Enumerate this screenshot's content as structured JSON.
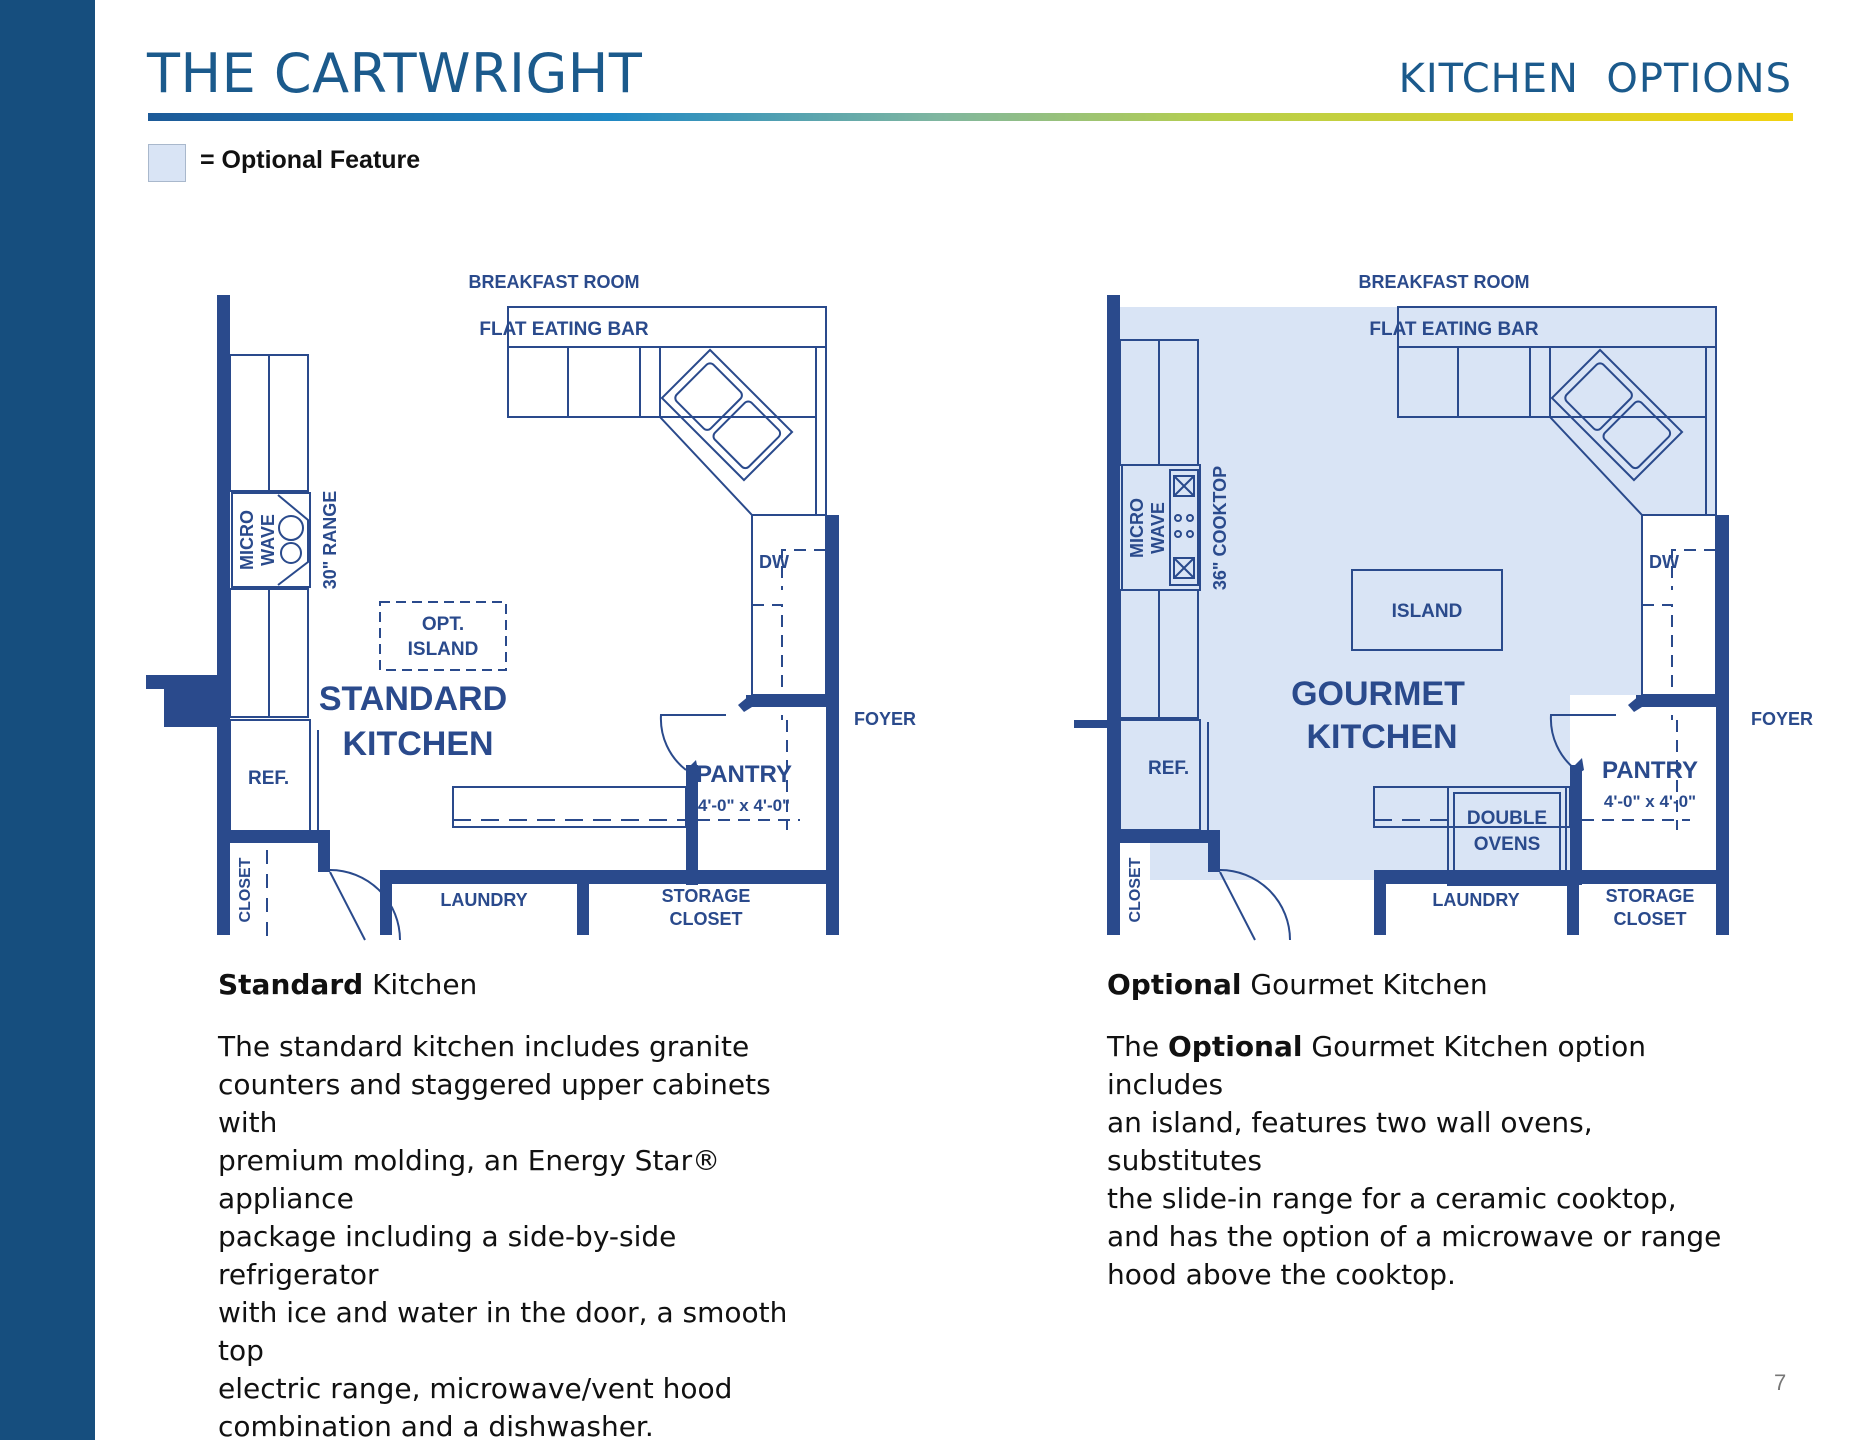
{
  "header": {
    "title": "THE CARTWRIGHT",
    "section": "KITCHEN  OPTIONS"
  },
  "legend": {
    "text": "= Optional Feature"
  },
  "colors": {
    "sidebar": "#164e7e",
    "wall": "#2a4a8c",
    "optional_fill": "#d9e4f5",
    "title": "#1b5a8c"
  },
  "standard_plan": {
    "breakfast_room": "BREAKFAST ROOM",
    "eating_bar": "FLAT EATING BAR",
    "micro": "MICRO",
    "wave": "WAVE",
    "range": "30\" RANGE",
    "opt": "OPT.",
    "island": "ISLAND",
    "dw": "DW",
    "kitchen1": "STANDARD",
    "kitchen2": "KITCHEN",
    "foyer": "FOYER",
    "ref": "REF.",
    "pantry": "PANTRY",
    "pantry_size": "4'-0\" x 4'-0\"",
    "closet": "CLOSET",
    "laundry": "LAUNDRY",
    "storage": "STORAGE",
    "storage_closet": "CLOSET"
  },
  "gourmet_plan": {
    "breakfast_room": "BREAKFAST ROOM",
    "eating_bar": "FLAT EATING BAR",
    "micro": "MICRO",
    "wave": "WAVE",
    "cooktop": "36\" COOKTOP",
    "island": "ISLAND",
    "dw": "DW",
    "kitchen1": "GOURMET",
    "kitchen2": "KITCHEN",
    "foyer": "FOYER",
    "ref": "REF.",
    "pantry": "PANTRY",
    "pantry_size": "4'-0\" x 4'-0\"",
    "double": "DOUBLE",
    "ovens": "OVENS",
    "closet": "CLOSET",
    "laundry": "LAUNDRY",
    "storage": "STORAGE",
    "storage_closet": "CLOSET"
  },
  "standard_caption": {
    "bold": "Standard",
    "rest": " Kitchen"
  },
  "standard_desc": [
    "The standard kitchen includes granite",
    "counters and staggered upper cabinets with",
    "premium molding, an Energy Star® appliance",
    "package including a side-by-side refrigerator",
    "with ice and water in the door, a smooth top",
    "electric range, microwave/vent hood",
    "combination and a dishwasher."
  ],
  "gourmet_caption": {
    "bold": "Optional",
    "rest": " Gourmet Kitchen"
  },
  "gourmet_desc": {
    "line1_pre": "The ",
    "line1_bold": "Optional",
    "line1_post": " Gourmet Kitchen option includes",
    "lines": [
      "an island, features two wall ovens, substitutes",
      "the slide-in range for a ceramic cooktop,",
      "and has the option of a microwave or range",
      "hood above the cooktop."
    ]
  },
  "page_number": "7"
}
